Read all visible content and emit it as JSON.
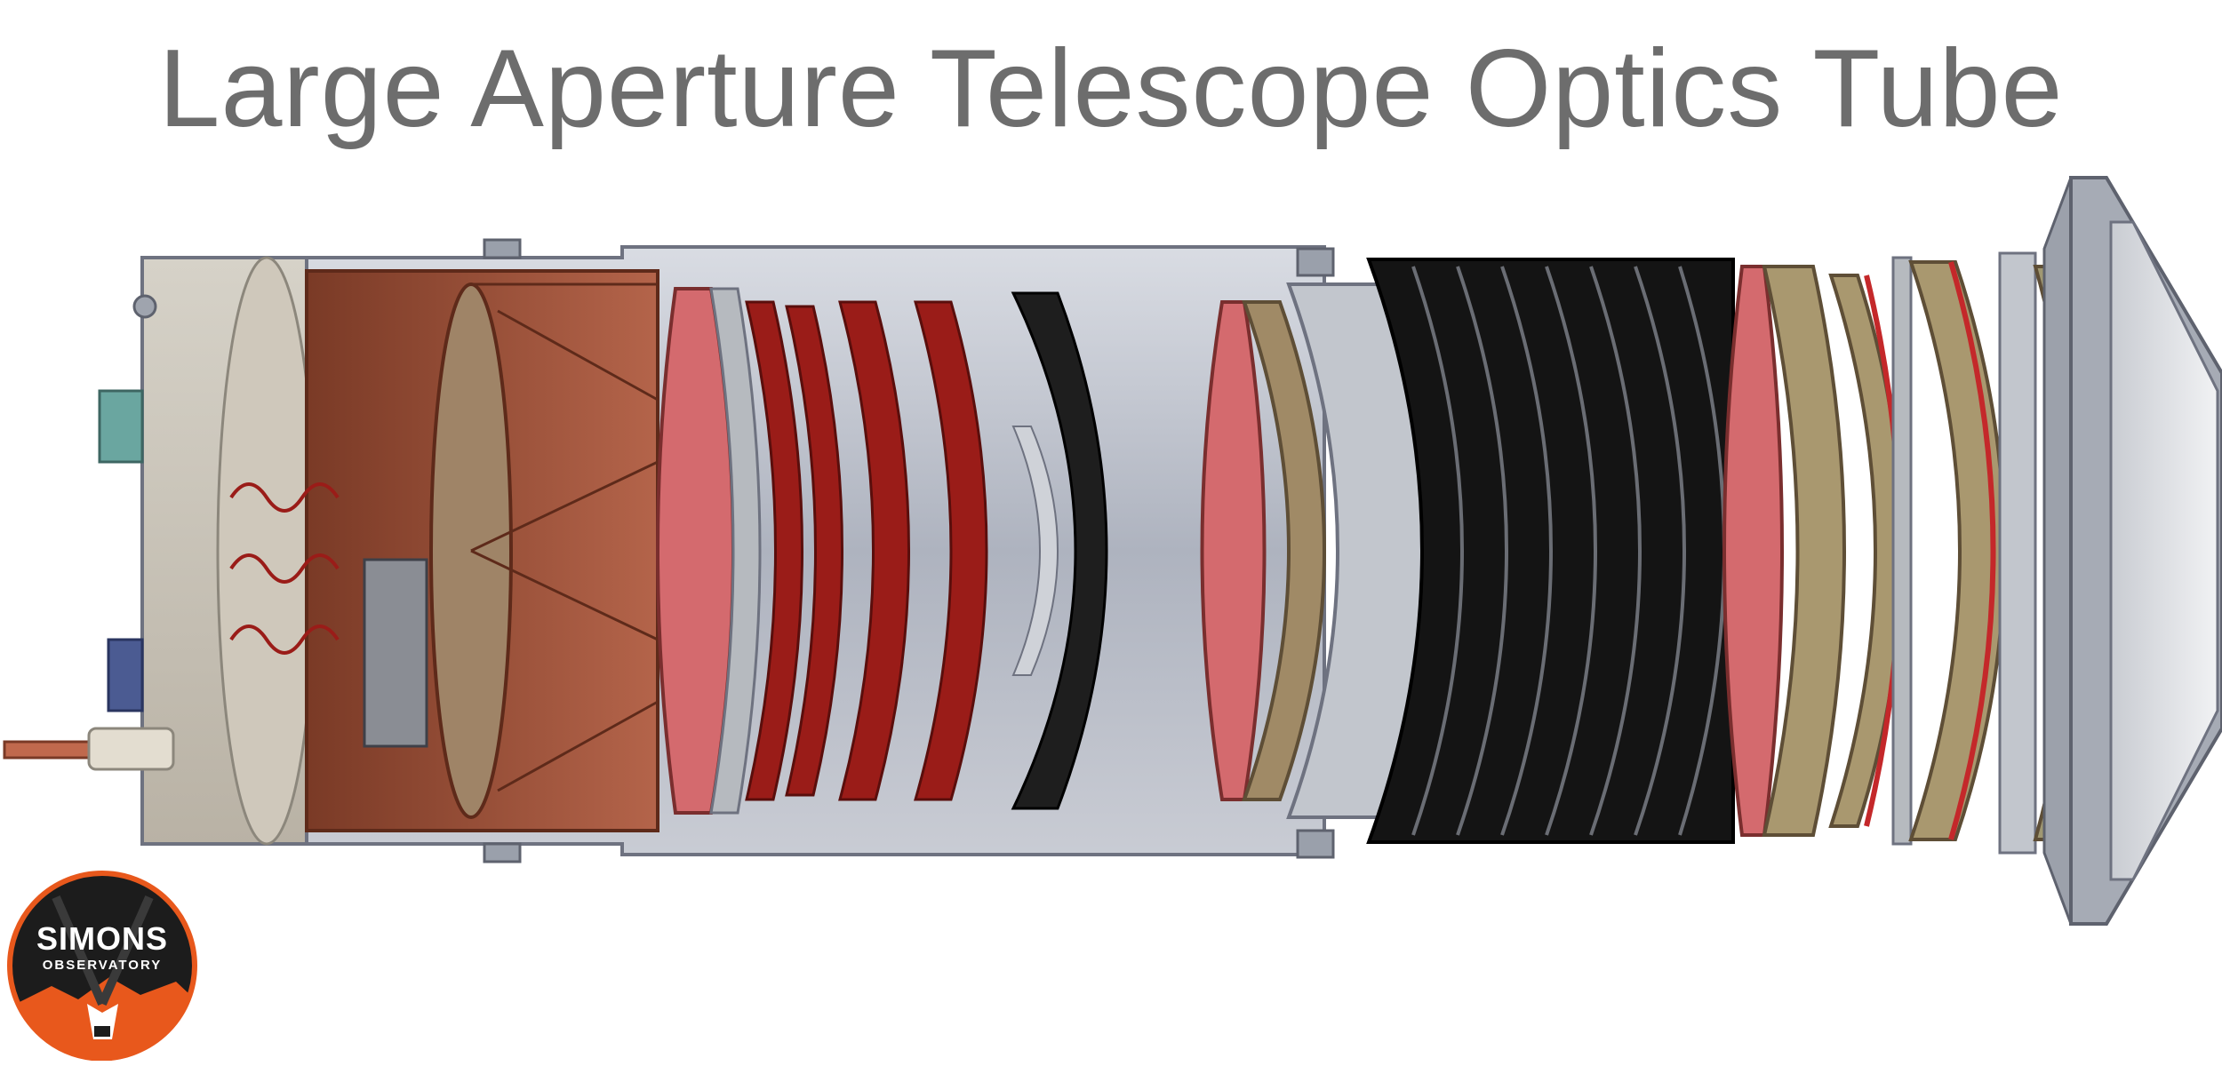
{
  "slide": {
    "title": "Large Aperture Telescope Optics Tube"
  },
  "logo": {
    "name": "SIMONS",
    "subtitle": "OBSERVATORY"
  },
  "colors": {
    "title_gray": "#6d6d6d",
    "tube_gray": "#b4b9c4",
    "copper": "#a8563e",
    "lens_pink": "#d46a6e",
    "lens_tan": "#a08a66",
    "ring_red": "#9a1c18",
    "baffle_black": "#141414",
    "logo_orange": "#e8581c",
    "logo_black": "#1c1c1c"
  }
}
